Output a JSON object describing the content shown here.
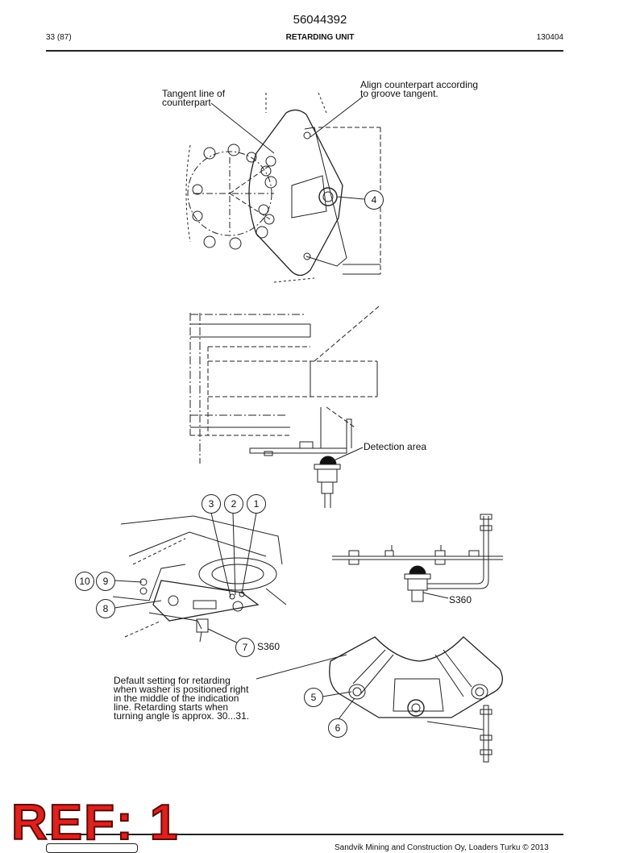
{
  "header": {
    "doc_number": "56044392",
    "page": "33 (87)",
    "section": "RETARDING UNIT",
    "date_code": "130404"
  },
  "callouts": {
    "tangent_line": "Tangent line of\ncounterpart",
    "align_counterpart": "Align counterpart according\nto groove tangent.",
    "detection_area": "Detection area",
    "s360_top": "S360",
    "s360_bottom": "S360",
    "default_setting": "Default setting for retarding\nwhen washer is positioned right\nin the middle of the indication\nline. Retarding starts when\nturning angle is approx. 30...31."
  },
  "bubbles": [
    "4",
    "3",
    "2",
    "1",
    "10",
    "9",
    "8",
    "7",
    "5",
    "6"
  ],
  "watermark": "REF: 1",
  "footer": "Sandvik Mining and Construction Oy, Loaders Turku © 2013"
}
